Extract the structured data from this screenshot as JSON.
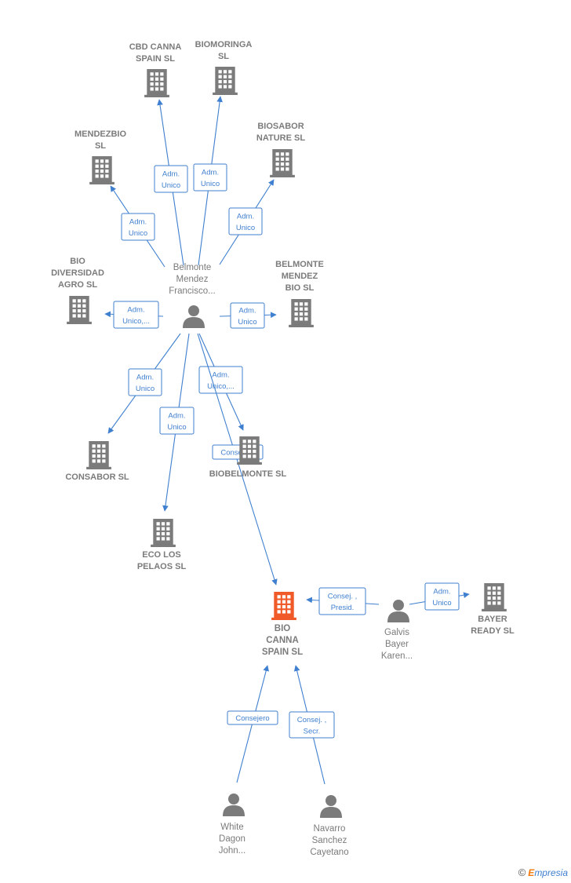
{
  "colors": {
    "edge": "#3f7fcf",
    "company": "#7b7b7b",
    "main_company": "#f05a28",
    "person": "#7b7b7b"
  },
  "nodes": [
    {
      "id": "cbd",
      "type": "company",
      "lines": [
        "CBD CANNA",
        "SPAIN  SL"
      ],
      "icon": "building-icon"
    },
    {
      "id": "biomoringa",
      "type": "company",
      "lines": [
        "BIOMORINGA",
        "SL"
      ],
      "icon": "building-icon"
    },
    {
      "id": "mendezbio",
      "type": "company",
      "lines": [
        "MENDEZBIO",
        "SL"
      ],
      "icon": "building-icon"
    },
    {
      "id": "biosabor",
      "type": "company",
      "lines": [
        "BIOSABOR",
        "NATURE SL"
      ],
      "icon": "building-icon"
    },
    {
      "id": "biodiversidad",
      "type": "company",
      "lines": [
        "BIO",
        "DIVERSIDAD",
        "AGRO  SL"
      ],
      "icon": "building-icon"
    },
    {
      "id": "belmontebio",
      "type": "company",
      "lines": [
        "BELMONTE",
        "MENDEZ",
        "BIO  SL"
      ],
      "icon": "building-icon"
    },
    {
      "id": "belmonte",
      "type": "person",
      "lines": [
        "Belmonte",
        "Mendez",
        "Francisco..."
      ],
      "icon": "person-icon"
    },
    {
      "id": "consabor",
      "type": "company",
      "lines": [
        "CONSABOR SL"
      ],
      "icon": "building-icon"
    },
    {
      "id": "biobelmonte",
      "type": "company",
      "lines": [
        "BIOBELMONTE SL"
      ],
      "icon": "building-icon"
    },
    {
      "id": "ecolos",
      "type": "company",
      "lines": [
        "ECO LOS",
        "PELAOS  SL"
      ],
      "icon": "building-icon"
    },
    {
      "id": "biocanna",
      "type": "company",
      "main": true,
      "lines": [
        "BIO",
        "CANNA",
        "SPAIN  SL"
      ],
      "icon": "building-icon"
    },
    {
      "id": "galvis",
      "type": "person",
      "lines": [
        "Galvis",
        "Bayer",
        "Karen..."
      ],
      "icon": "person-icon"
    },
    {
      "id": "bayer",
      "type": "company",
      "lines": [
        "BAYER",
        "READY  SL"
      ],
      "icon": "building-icon"
    },
    {
      "id": "white",
      "type": "person",
      "lines": [
        "White",
        "Dagon",
        "John..."
      ],
      "icon": "person-icon"
    },
    {
      "id": "navarro",
      "type": "person",
      "lines": [
        "Navarro",
        "Sanchez",
        "Cayetano"
      ],
      "icon": "person-icon"
    }
  ],
  "edges": [
    {
      "from": "belmonte",
      "to": "cbd",
      "role": [
        "Adm.",
        "Unico"
      ]
    },
    {
      "from": "belmonte",
      "to": "biomoringa",
      "role": [
        "Adm.",
        "Unico"
      ]
    },
    {
      "from": "belmonte",
      "to": "mendezbio",
      "role": [
        "Adm.",
        "Unico"
      ]
    },
    {
      "from": "belmonte",
      "to": "biosabor",
      "role": [
        "Adm.",
        "Unico"
      ]
    },
    {
      "from": "belmonte",
      "to": "biodiversidad",
      "role": [
        "Adm.",
        "Unico,..."
      ]
    },
    {
      "from": "belmonte",
      "to": "belmontebio",
      "role": [
        "Adm.",
        "Unico"
      ]
    },
    {
      "from": "belmonte",
      "to": "consabor",
      "role": [
        "Adm.",
        "Unico"
      ]
    },
    {
      "from": "belmonte",
      "to": "ecolos",
      "role": [
        "Adm.",
        "Unico"
      ]
    },
    {
      "from": "belmonte",
      "to": "biobelmonte",
      "role": [
        "Adm.",
        "Unico,..."
      ]
    },
    {
      "from": "belmonte",
      "to": "biocanna",
      "role": [
        "Consejero"
      ]
    },
    {
      "from": "galvis",
      "to": "biocanna",
      "role": [
        "Consej. ,",
        "Presid."
      ]
    },
    {
      "from": "galvis",
      "to": "bayer",
      "role": [
        "Adm.",
        "Unico"
      ]
    },
    {
      "from": "white",
      "to": "biocanna",
      "role": [
        "Consejero"
      ]
    },
    {
      "from": "navarro",
      "to": "biocanna",
      "role": [
        "Consej. ,",
        "Secr."
      ]
    }
  ],
  "footer": {
    "copyright": "©",
    "brand_initial": "E",
    "brand_rest": "mpresia"
  }
}
